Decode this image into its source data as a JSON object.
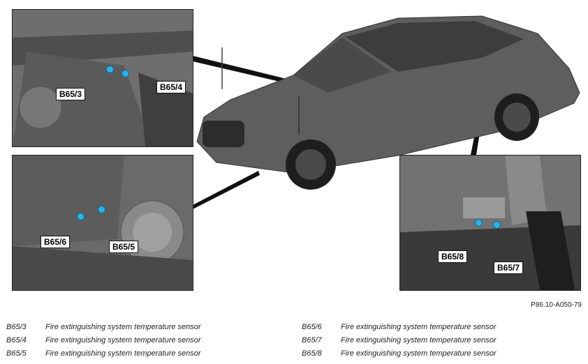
{
  "callouts": {
    "b65_3": "B65/3",
    "b65_4": "B65/4",
    "b65_5": "B65/5",
    "b65_6": "B65/6",
    "b65_7": "B65/7",
    "b65_8": "B65/8"
  },
  "reference_code": "P86.10-A050-79",
  "legend": [
    {
      "code": "B65/3",
      "text": "Fire extinguishing system temperature sensor"
    },
    {
      "code": "B65/4",
      "text": "Fire extinguishing system temperature sensor"
    },
    {
      "code": "B65/5",
      "text": "Fire extinguishing system temperature sensor"
    },
    {
      "code": "B65/6",
      "text": "Fire extinguishing system temperature sensor"
    },
    {
      "code": "B65/7",
      "text": "Fire extinguishing system temperature sensor"
    },
    {
      "code": "B65/8",
      "text": "Fire extinguishing system temperature sensor"
    }
  ],
  "colors": {
    "sensor": "#2ab3e6",
    "panel": "#6b6b6b",
    "car_body": "#5e5e5e"
  }
}
